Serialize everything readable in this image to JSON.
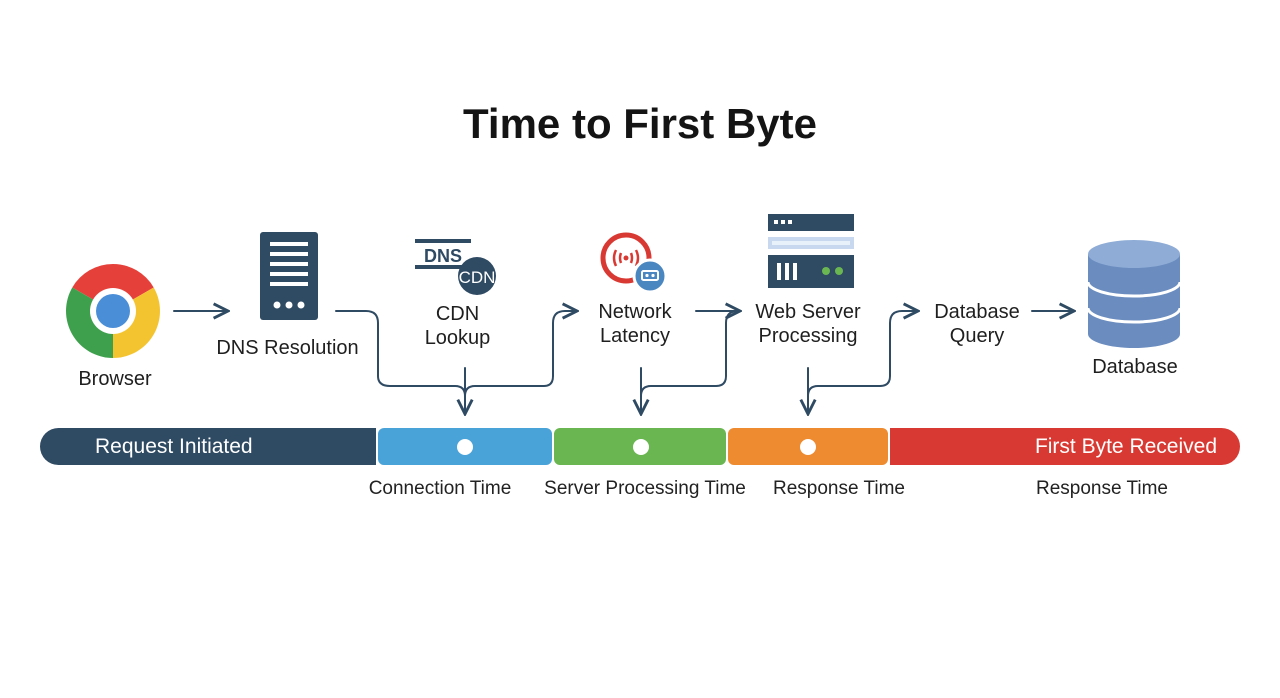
{
  "title": "Time to First Byte",
  "nodes": {
    "browser": "Browser",
    "dns": "DNS Resolution",
    "cdn_line1": "CDN",
    "cdn_line2": "Lookup",
    "cdn_badge": "CDN",
    "dns_logo_text": "DNS",
    "network_line1": "Network",
    "network_line2": "Latency",
    "webserver_line1": "Web Server",
    "webserver_line2": "Processing",
    "dbquery_line1": "Database",
    "dbquery_line2": "Query",
    "database": "Database"
  },
  "timeline": {
    "segments": [
      {
        "label": "Request Initiated",
        "color": "#2f4a63"
      },
      {
        "label": "",
        "color": "#4aa3d8"
      },
      {
        "label": "",
        "color": "#6ab752"
      },
      {
        "label": "",
        "color": "#ee8a2f"
      },
      {
        "label": "First Byte Received",
        "color": "#d83a33"
      }
    ],
    "captions": [
      "Connection Time",
      "Server Processing Time",
      "Response Time",
      "Response Time"
    ]
  },
  "colors": {
    "connector": "#2f4a63",
    "server_dark": "#2f4a63",
    "database_blue": "#6a8cbf",
    "network_red": "#d83a33",
    "server_green": "#6ab752"
  },
  "icons": [
    "browser-icon",
    "dns-server-icon",
    "cdn-icon",
    "network-icon",
    "web-server-icon",
    "database-icon"
  ]
}
